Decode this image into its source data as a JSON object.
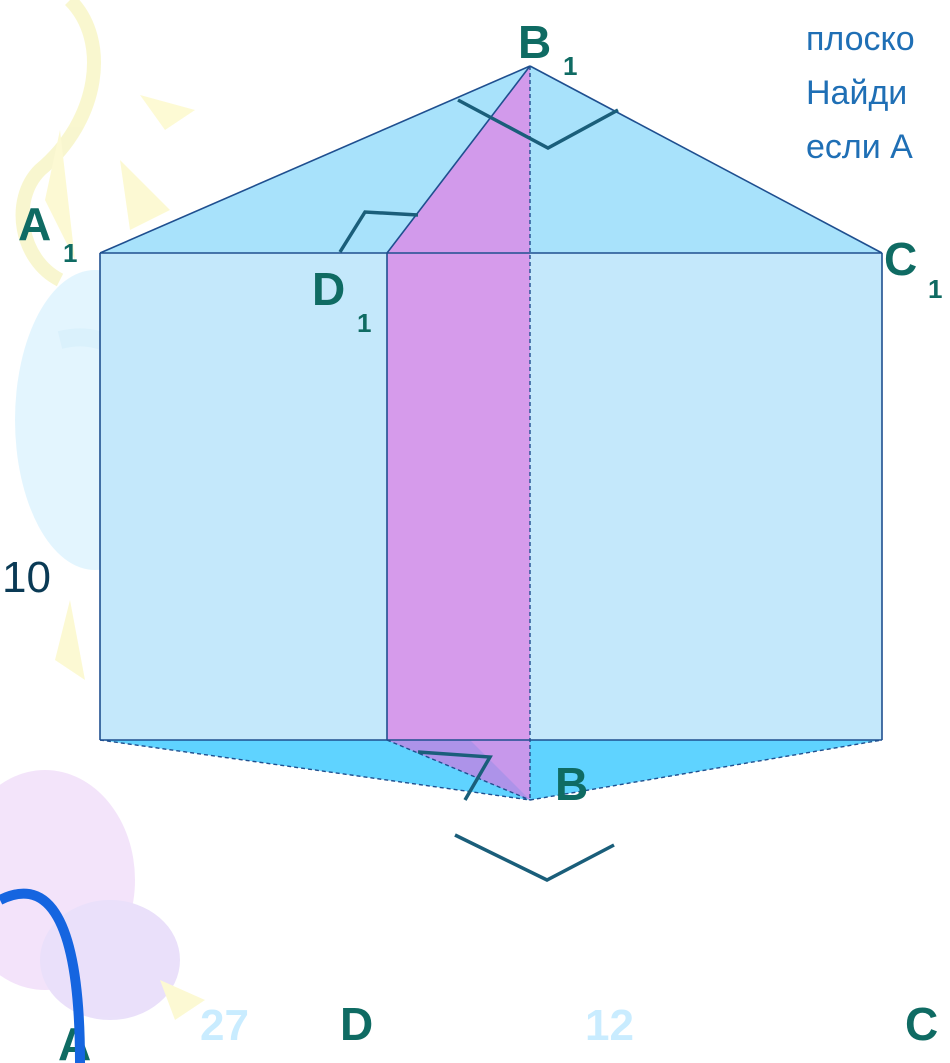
{
  "vertices": {
    "A": "A",
    "B": "B",
    "C": "C",
    "D": "D",
    "A1": "A",
    "B1": "B",
    "C1": "C",
    "D1": "D",
    "subscript": "1"
  },
  "dimensions": {
    "height": "10",
    "AD": "27",
    "DC": "12"
  },
  "problem_text": {
    "line1": "плоско",
    "line2": "Найди",
    "line3": "если А"
  },
  "colors": {
    "edge": "#1f4f8f",
    "prism_face": "#bfe6fb",
    "base_fill": "#5fd3ff",
    "section_fill": "#d98de8",
    "right_angle": "#1a5e7a",
    "label": "#0f6b63"
  }
}
